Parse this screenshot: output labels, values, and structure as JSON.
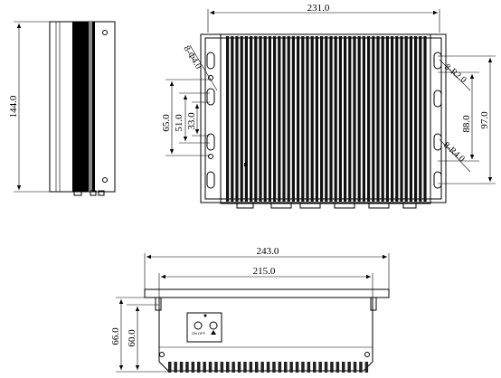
{
  "dimensions": {
    "top_width": "231.0",
    "side_height": "144.0",
    "hole_dia": "8-Φ4.0",
    "r2": "8-R2.0",
    "r4": "8-R4.0",
    "v65": "65.0",
    "v51": "51.0",
    "v33": "33.0",
    "v88": "88.0",
    "v97": "97.0",
    "front_outer": "243.0",
    "front_inner": "215.0",
    "v66": "66.0",
    "v60": "60.0"
  },
  "panel": {
    "switch_label": "ON  OFF"
  }
}
